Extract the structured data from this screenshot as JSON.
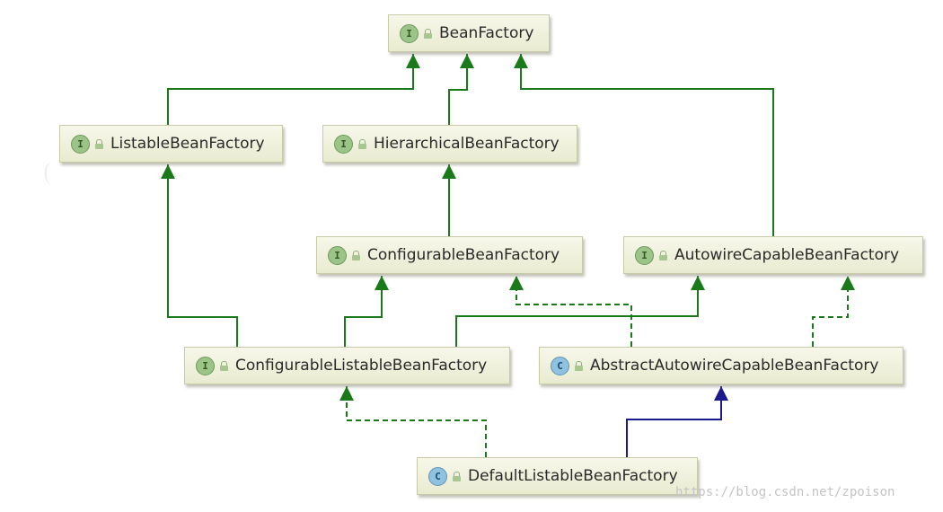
{
  "diagram": {
    "nodes": [
      {
        "id": "bean-factory",
        "label": "BeanFactory",
        "kind": "I"
      },
      {
        "id": "listable-bean-factory",
        "label": "ListableBeanFactory",
        "kind": "I"
      },
      {
        "id": "hierarchical-bean-factory",
        "label": "HierarchicalBeanFactory",
        "kind": "I"
      },
      {
        "id": "configurable-bean-factory",
        "label": "ConfigurableBeanFactory",
        "kind": "I"
      },
      {
        "id": "autowire-capable-bean-factory",
        "label": "AutowireCapableBeanFactory",
        "kind": "I"
      },
      {
        "id": "configurable-listable-bean-factory",
        "label": "ConfigurableListableBeanFactory",
        "kind": "I"
      },
      {
        "id": "abstract-autowire-capable-bean-factory",
        "label": "AbstractAutowireCapableBeanFactory",
        "kind": "C"
      },
      {
        "id": "default-listable-bean-factory",
        "label": "DefaultListableBeanFactory",
        "kind": "C"
      }
    ],
    "edges": [
      {
        "from": "listable-bean-factory",
        "to": "bean-factory",
        "relation": "extends"
      },
      {
        "from": "hierarchical-bean-factory",
        "to": "bean-factory",
        "relation": "extends"
      },
      {
        "from": "autowire-capable-bean-factory",
        "to": "bean-factory",
        "relation": "extends"
      },
      {
        "from": "configurable-bean-factory",
        "to": "hierarchical-bean-factory",
        "relation": "extends"
      },
      {
        "from": "configurable-listable-bean-factory",
        "to": "listable-bean-factory",
        "relation": "extends"
      },
      {
        "from": "configurable-listable-bean-factory",
        "to": "configurable-bean-factory",
        "relation": "extends"
      },
      {
        "from": "configurable-listable-bean-factory",
        "to": "autowire-capable-bean-factory",
        "relation": "extends"
      },
      {
        "from": "abstract-autowire-capable-bean-factory",
        "to": "configurable-bean-factory",
        "relation": "implements"
      },
      {
        "from": "abstract-autowire-capable-bean-factory",
        "to": "autowire-capable-bean-factory",
        "relation": "implements"
      },
      {
        "from": "default-listable-bean-factory",
        "to": "configurable-listable-bean-factory",
        "relation": "implements"
      },
      {
        "from": "default-listable-bean-factory",
        "to": "abstract-autowire-capable-bean-factory",
        "relation": "class-extends"
      }
    ]
  },
  "colors": {
    "interface_edge": "#1a7a1a",
    "class_edge": "#1a1a8c",
    "node_border": "#c9caa8"
  },
  "watermark": "https://blog.csdn.net/zpoison"
}
